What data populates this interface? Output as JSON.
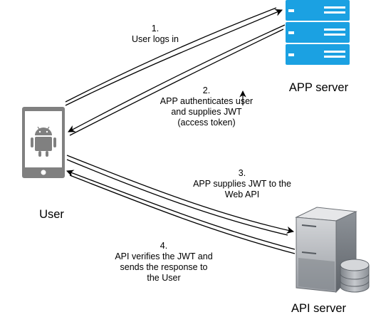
{
  "nodes": {
    "user": "User",
    "app_server": "APP server",
    "api_server": "API server"
  },
  "steps": [
    {
      "number": "1.",
      "lines": [
        "User logs in"
      ]
    },
    {
      "number": "2.",
      "lines": [
        "APP authenticates user",
        "and supplies JWT",
        "(access token)"
      ]
    },
    {
      "number": "3.",
      "lines": [
        "APP supplies JWT to the",
        "Web API"
      ]
    },
    {
      "number": "4.",
      "lines": [
        "API verifies the JWT and",
        "sends the response to",
        "the User"
      ]
    }
  ],
  "icons": {
    "phone": "android-phone-icon",
    "app_server": "server-rack-icon",
    "api_server": "database-server-icon"
  },
  "colors": {
    "rack": "#1BA1E2",
    "phone": "#808080",
    "server_body": "#B8BBC0",
    "line": "#000000"
  }
}
